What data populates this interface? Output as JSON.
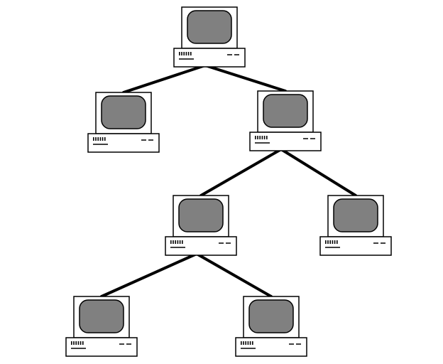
{
  "diagram": {
    "type": "tree-network",
    "nodes": [
      {
        "id": "n1",
        "icon": "computer-icon",
        "parent": null
      },
      {
        "id": "n2",
        "icon": "computer-icon",
        "parent": "n1"
      },
      {
        "id": "n3",
        "icon": "computer-icon",
        "parent": "n1"
      },
      {
        "id": "n4",
        "icon": "computer-icon",
        "parent": "n3"
      },
      {
        "id": "n5",
        "icon": "computer-icon",
        "parent": "n3"
      },
      {
        "id": "n6",
        "icon": "computer-icon",
        "parent": "n4"
      },
      {
        "id": "n7",
        "icon": "computer-icon",
        "parent": "n4"
      }
    ],
    "links": [
      {
        "from": "n1",
        "to": "n2"
      },
      {
        "from": "n1",
        "to": "n3"
      },
      {
        "from": "n3",
        "to": "n4"
      },
      {
        "from": "n3",
        "to": "n5"
      },
      {
        "from": "n4",
        "to": "n6"
      },
      {
        "from": "n4",
        "to": "n7"
      }
    ],
    "colors": {
      "line": "#000000",
      "screen": "#808080",
      "body": "#ffffff"
    }
  }
}
